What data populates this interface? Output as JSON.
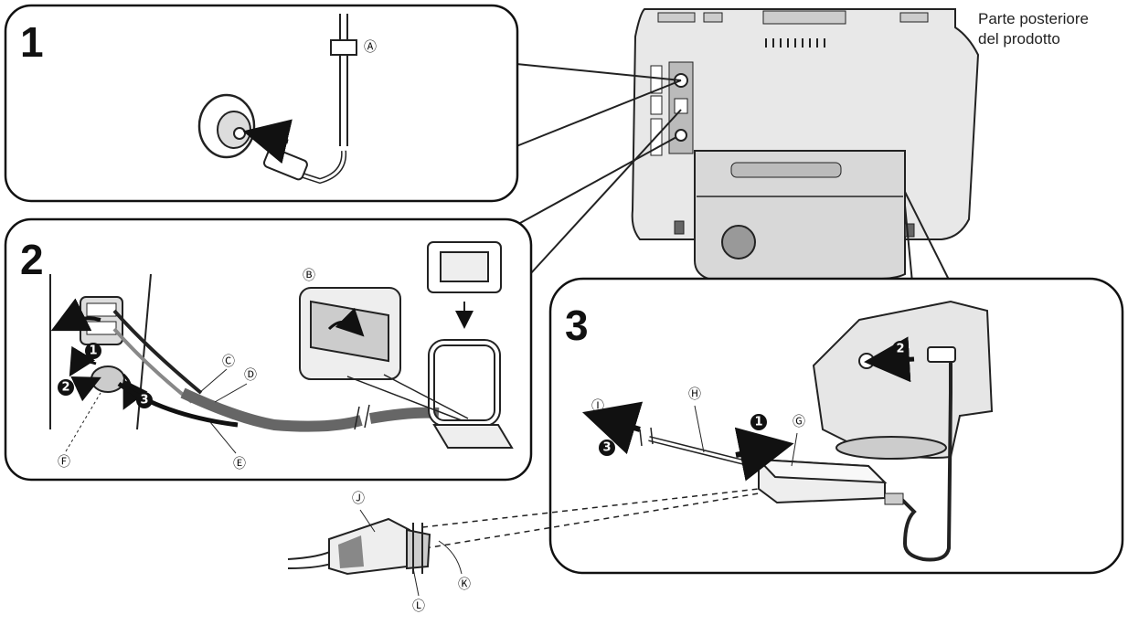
{
  "caption": {
    "line1": "Parte posteriore",
    "line2": "del prodotto"
  },
  "panels": [
    {
      "number": "1"
    },
    {
      "number": "2"
    },
    {
      "number": "3"
    }
  ],
  "labels": {
    "A": "Ⓐ",
    "B": "Ⓑ",
    "C": "Ⓒ",
    "D": "Ⓓ",
    "E": "Ⓔ",
    "F": "Ⓕ",
    "G": "Ⓖ",
    "H": "Ⓗ",
    "I": "Ⓘ",
    "J": "Ⓙ",
    "K": "Ⓚ",
    "L": "Ⓛ"
  },
  "steps": {
    "one": "1",
    "two": "2",
    "three": "3"
  }
}
